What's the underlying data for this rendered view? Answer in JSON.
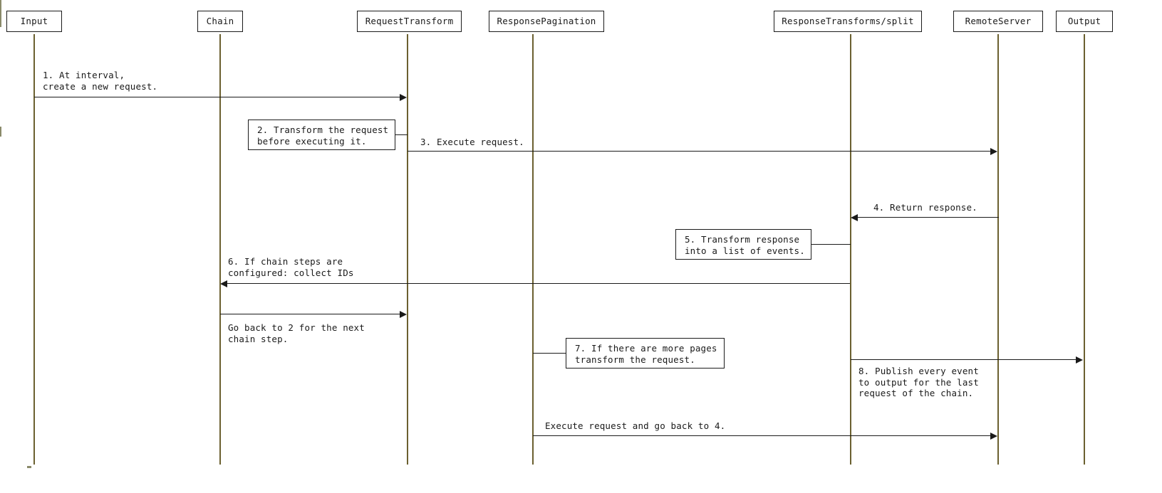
{
  "diagram": {
    "kind": "uml-sequence-diagram",
    "title": "",
    "colors": {
      "lifeline": "#6b6030",
      "stroke": "#1a1a1a",
      "background": "#ffffff"
    },
    "participants": [
      {
        "id": "input",
        "label": "Input"
      },
      {
        "id": "chain",
        "label": "Chain"
      },
      {
        "id": "reqtrans",
        "label": "RequestTransform"
      },
      {
        "id": "resppage",
        "label": "ResponsePagination"
      },
      {
        "id": "resptrans",
        "label": "ResponseTransforms/split"
      },
      {
        "id": "remote",
        "label": "RemoteServer"
      },
      {
        "id": "output",
        "label": "Output"
      }
    ],
    "messages": [
      {
        "id": "m1",
        "number": "1",
        "from": "input",
        "to": "reqtrans",
        "direction": "right",
        "lines": [
          "1. At interval,",
          "create a new request."
        ]
      },
      {
        "id": "m3",
        "number": "3",
        "from": "reqtrans",
        "to": "remote",
        "direction": "right",
        "lines": [
          "3. Execute request."
        ]
      },
      {
        "id": "m4",
        "number": "4",
        "from": "remote",
        "to": "resptrans",
        "direction": "left",
        "lines": [
          "4. Return response."
        ]
      },
      {
        "id": "m6",
        "number": "6",
        "from": "resptrans",
        "to": "chain",
        "direction": "left",
        "lines": [
          "6. If chain steps are",
          "configured: collect IDs"
        ]
      },
      {
        "id": "m_goback2",
        "number": "",
        "from": "chain",
        "to": "reqtrans",
        "direction": "right",
        "lines": [
          "Go back to 2 for the next",
          "chain step."
        ]
      },
      {
        "id": "m8",
        "number": "8",
        "from": "resptrans",
        "to": "output",
        "direction": "right",
        "lines": [
          "8. Publish every event",
          "to output for the last",
          "request of the chain."
        ]
      },
      {
        "id": "m_goback4",
        "number": "",
        "from": "resppage",
        "to": "remote",
        "direction": "right",
        "lines": [
          "Execute request and go back to 4."
        ]
      }
    ],
    "notes": [
      {
        "id": "n2",
        "number": "2",
        "attached_to": "reqtrans",
        "connector_side": "right",
        "lines": [
          "2. Transform the request",
          "before executing it."
        ]
      },
      {
        "id": "n5",
        "number": "5",
        "attached_to": "resptrans",
        "connector_side": "right",
        "lines": [
          "5. Transform response",
          "into a list of events."
        ]
      },
      {
        "id": "n7",
        "number": "7",
        "attached_to": "resppage",
        "connector_side": "left",
        "lines": [
          "7. If there are more pages",
          "transform the request."
        ]
      }
    ]
  }
}
